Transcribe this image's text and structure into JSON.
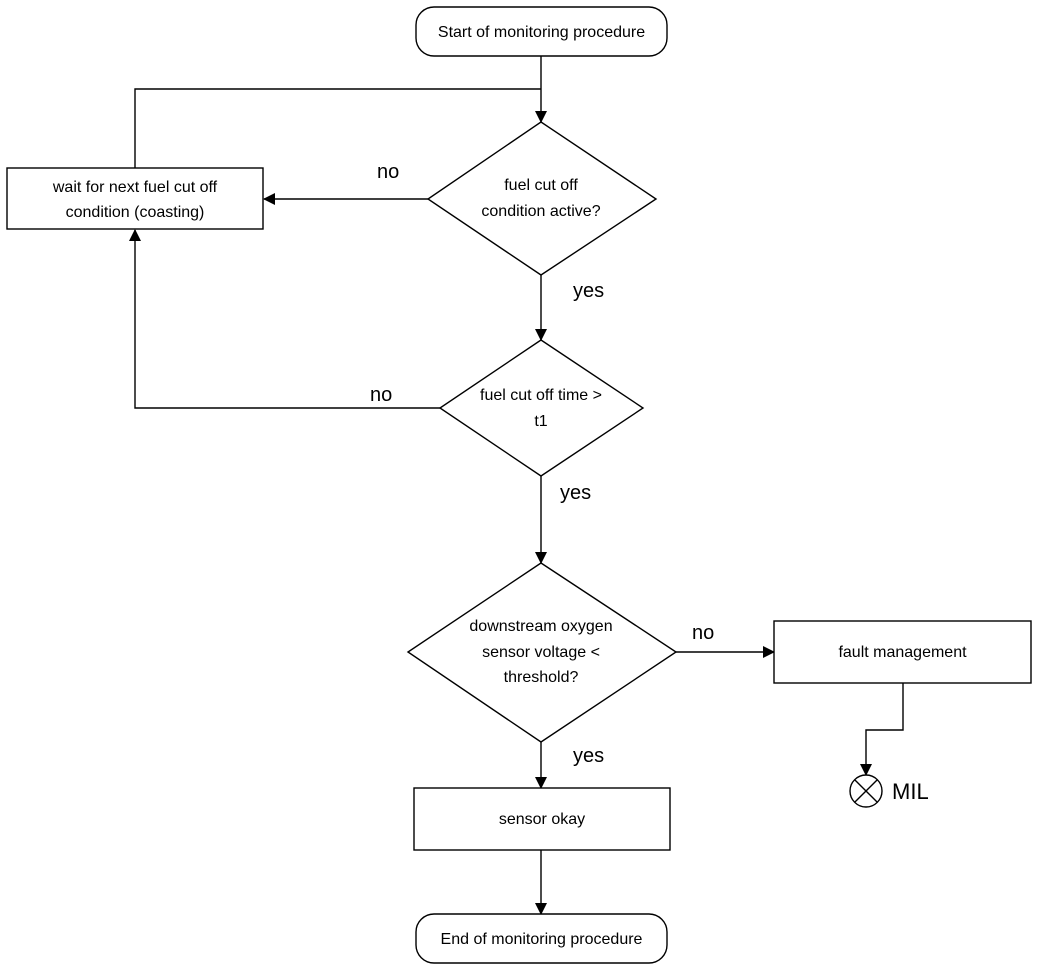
{
  "nodes": {
    "start": "Start of monitoring procedure",
    "wait_line1": "wait for next fuel cut off",
    "wait_line2": "condition (coasting)",
    "decision1_line1": "fuel cut off",
    "decision1_line2": "condition active?",
    "decision2_line1": "fuel cut off time >",
    "decision2_line2": "t1",
    "decision3_line1": "downstream oxygen",
    "decision3_line2": "sensor voltage <",
    "decision3_line3": "threshold?",
    "fault": "fault management",
    "okay": "sensor okay",
    "end": "End of monitoring procedure",
    "mil": "MIL"
  },
  "edges": {
    "d1_no": "no",
    "d1_yes": "yes",
    "d2_no": "no",
    "d2_yes": "yes",
    "d3_no": "no",
    "d3_yes": "yes"
  },
  "icons": {
    "mil_lamp": "circle-cross-lamp-icon"
  }
}
